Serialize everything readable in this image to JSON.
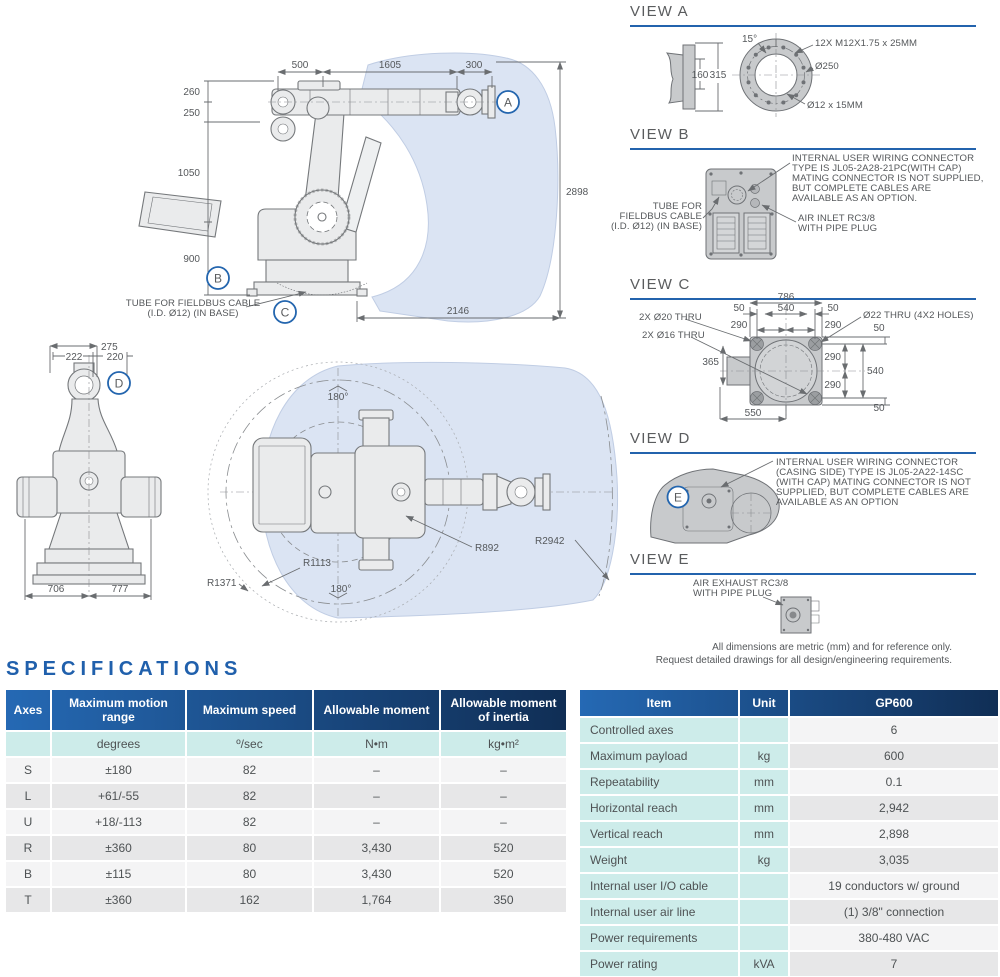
{
  "page": {
    "spec_title": "SPECIFICATIONS",
    "footer_line1": "All dimensions are metric (mm) and for reference only.",
    "footer_line2": "Request detailed drawings for all design/engineering requirements."
  },
  "side_view": {
    "dim_500": "500",
    "dim_1605": "1605",
    "dim_300": "300",
    "dim_260": "260",
    "dim_250": "250",
    "dim_1050": "1050",
    "dim_900": "900",
    "dim_2898": "2898",
    "dim_2146": "2146",
    "callout_a": "A",
    "callout_b": "B",
    "callout_c": "C",
    "tube_label_1": "TUBE FOR FIELDBUS CABLE",
    "tube_label_2": "(I.D. Ø12) (IN BASE)"
  },
  "front_view": {
    "dim_275": "275",
    "dim_222": "222",
    "dim_220": "220",
    "dim_706": "706",
    "dim_777": "777",
    "callout_d": "D"
  },
  "top_view": {
    "angle_top": "180°",
    "angle_bottom": "180°",
    "r1113": "R1113",
    "r1371": "R1371",
    "r892": "R892",
    "r2942": "R2942"
  },
  "view_a": {
    "title": "VIEW A",
    "angle": "15°",
    "bolts": "12X M12X1.75 x 25MM",
    "bolt_circle": "Ø250",
    "dowel": "Ø12 x 15MM",
    "dim_160": "160",
    "dim_315": "315"
  },
  "view_b": {
    "title": "VIEW B",
    "tube_1": "TUBE FOR",
    "tube_2": "FIELDBUS CABLE",
    "tube_3": "(I.D. Ø12) (IN BASE)",
    "note_1": "INTERNAL USER WIRING CONNECTOR",
    "note_2": "TYPE IS JL05-2A28-21PC(WITH CAP)",
    "note_3": "MATING CONNECTOR IS NOT SUPPLIED,",
    "note_4": "BUT COMPLETE CABLES ARE",
    "note_5": "AVAILABLE AS AN OPTION.",
    "air_1": "AIR INLET RC3/8",
    "air_2": "WITH PIPE PLUG"
  },
  "view_c": {
    "title": "VIEW C",
    "dim_786": "786",
    "dim_50": "50",
    "dim_540": "540",
    "dim_290": "290",
    "dim_365": "365",
    "dim_550": "550",
    "note_o20": "2X Ø20 THRU",
    "note_o16": "2X Ø16 THRU",
    "note_o22": "Ø22 THRU (4X2 HOLES)"
  },
  "view_d": {
    "title": "VIEW D",
    "callout_e": "E",
    "note_1": "INTERNAL USER WIRING CONNECTOR",
    "note_2": "(CASING SIDE) TYPE IS JL05-2A22-14SC",
    "note_3": "(WITH CAP) MATING CONNECTOR IS NOT",
    "note_4": "SUPPLIED, BUT COMPLETE CABLES ARE",
    "note_5": "AVAILABLE AS AN OPTION"
  },
  "view_e": {
    "title": "VIEW E",
    "air_1": "AIR EXHAUST RC3/8",
    "air_2": "WITH PIPE PLUG"
  },
  "axes_table": {
    "headers": [
      "Axes",
      "Maximum motion range",
      "Maximum speed",
      "Allowable moment",
      "Allowable moment of inertia"
    ],
    "units": [
      "",
      "degrees",
      "º/sec",
      "N•m",
      "kg•m²"
    ],
    "rows": [
      [
        "S",
        "±180",
        "82",
        "–",
        "–"
      ],
      [
        "L",
        "+61/-55",
        "82",
        "–",
        "–"
      ],
      [
        "U",
        "+18/-113",
        "82",
        "–",
        "–"
      ],
      [
        "R",
        "±360",
        "80",
        "3,430",
        "520"
      ],
      [
        "B",
        "±115",
        "80",
        "3,430",
        "520"
      ],
      [
        "T",
        "±360",
        "162",
        "1,764",
        "350"
      ]
    ]
  },
  "item_table": {
    "headers": [
      "Item",
      "Unit",
      "GP600"
    ],
    "rows": [
      [
        "Controlled axes",
        "",
        "6"
      ],
      [
        "Maximum payload",
        "kg",
        "600"
      ],
      [
        "Repeatability",
        "mm",
        "0.1"
      ],
      [
        "Horizontal reach",
        "mm",
        "2,942"
      ],
      [
        "Vertical reach",
        "mm",
        "2,898"
      ],
      [
        "Weight",
        "kg",
        "3,035"
      ],
      [
        "Internal user I/O cable",
        "",
        "19 conductors w/ ground"
      ],
      [
        "Internal user air line",
        "",
        "(1) 3/8\" connection"
      ],
      [
        "Power requirements",
        "",
        "380-480 VAC"
      ],
      [
        "Power rating",
        "kVA",
        "7"
      ]
    ]
  },
  "colors": {
    "accent_blue": "#2060ac",
    "header_gradient_start": "#2569b4",
    "header_gradient_end": "#102e55",
    "cyan": "#cdecea",
    "envelope": "#dbe4f3",
    "row_light": "#f4f4f5",
    "row_dark": "#e7e7e8"
  }
}
